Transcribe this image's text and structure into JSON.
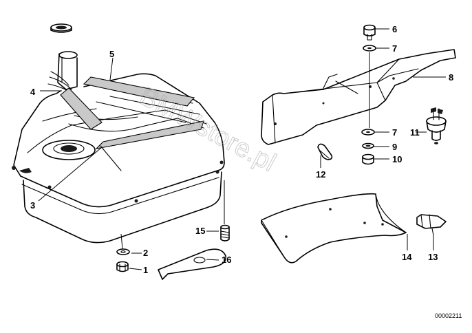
{
  "diagram": {
    "watermark": "BMWstore.pl",
    "part_number": "00002211",
    "callouts": [
      {
        "id": "c1",
        "label": "1"
      },
      {
        "id": "c2",
        "label": "2"
      },
      {
        "id": "c3",
        "label": "3"
      },
      {
        "id": "c4",
        "label": "4"
      },
      {
        "id": "c5",
        "label": "5"
      },
      {
        "id": "c6",
        "label": "6"
      },
      {
        "id": "c7a",
        "label": "7"
      },
      {
        "id": "c7b",
        "label": "7"
      },
      {
        "id": "c8",
        "label": "8"
      },
      {
        "id": "c9",
        "label": "9"
      },
      {
        "id": "c10",
        "label": "10"
      },
      {
        "id": "c11",
        "label": "11"
      },
      {
        "id": "c12",
        "label": "12"
      },
      {
        "id": "c13",
        "label": "13"
      },
      {
        "id": "c14",
        "label": "14"
      },
      {
        "id": "c15",
        "label": "15"
      },
      {
        "id": "c16",
        "label": "16"
      }
    ]
  }
}
